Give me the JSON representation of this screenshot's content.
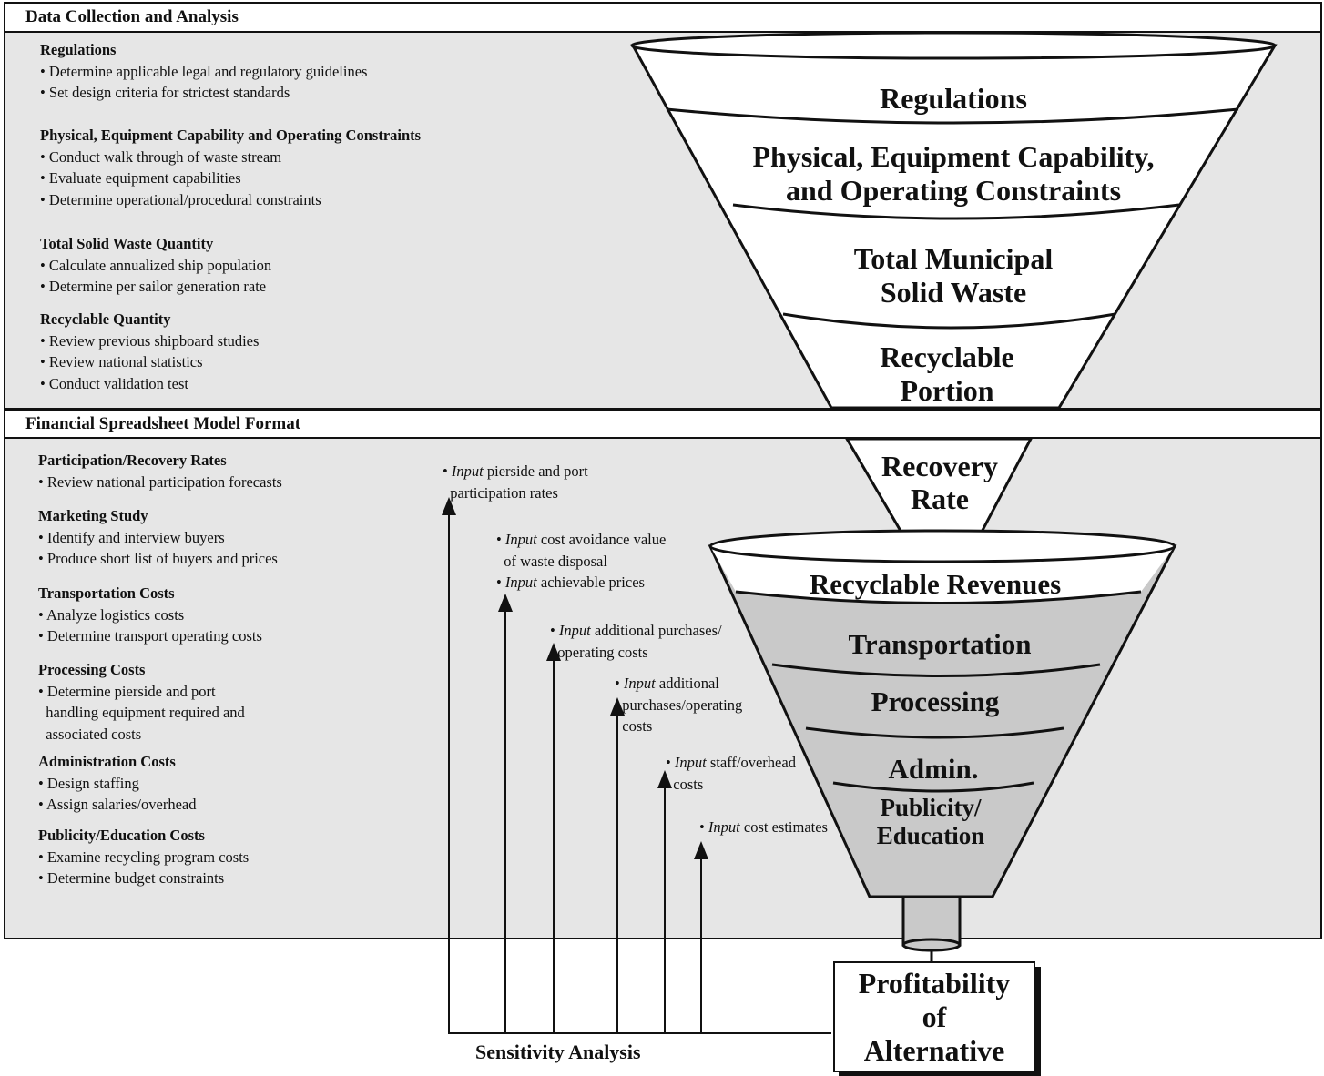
{
  "panel_top": {
    "title": "Data Collection and Analysis",
    "sections": [
      {
        "heading": "Regulations",
        "bullets": [
          "• Determine applicable legal and regulatory guidelines",
          "• Set design criteria for strictest standards"
        ]
      },
      {
        "heading": "Physical, Equipment Capability and Operating Constraints",
        "bullets": [
          "• Conduct walk through of waste stream",
          "• Evaluate equipment capabilities",
          "• Determine operational/procedural constraints"
        ]
      },
      {
        "heading": "Total Solid Waste Quantity",
        "bullets": [
          "• Calculate annualized ship population",
          "• Determine per sailor generation rate"
        ]
      },
      {
        "heading": "Recyclable Quantity",
        "bullets": [
          "• Review previous shipboard studies",
          "• Review national statistics",
          "• Conduct validation test"
        ]
      }
    ]
  },
  "panel_bottom": {
    "title": "Financial Spreadsheet Model Format",
    "sections": [
      {
        "heading": "Participation/Recovery Rates",
        "bullets": [
          "• Review national participation forecasts"
        ]
      },
      {
        "heading": "Marketing Study",
        "bullets": [
          "• Identify and interview buyers",
          "• Produce short list of buyers and prices"
        ]
      },
      {
        "heading": "Transportation Costs",
        "bullets": [
          "• Analyze logistics costs",
          "• Determine transport operating costs"
        ]
      },
      {
        "heading": "Processing Costs",
        "bullets": [
          "• Determine pierside and port",
          "  handling equipment required and",
          "  associated costs"
        ]
      },
      {
        "heading": "Administration Costs",
        "bullets": [
          "• Design staffing",
          "• Assign salaries/overhead"
        ]
      },
      {
        "heading": "Publicity/Education Costs",
        "bullets": [
          "• Examine recycling program costs",
          "• Determine budget constraints"
        ]
      }
    ]
  },
  "funnel_top": {
    "bands": [
      {
        "lines": [
          "Regulations"
        ]
      },
      {
        "lines": [
          "Physical, Equipment Capability,",
          "and Operating Constraints"
        ]
      },
      {
        "lines": [
          "Total Municipal",
          "Solid Waste"
        ]
      },
      {
        "lines": [
          "Recyclable",
          "Portion"
        ]
      }
    ],
    "neck": [
      "Recovery",
      "Rate"
    ]
  },
  "funnel_bottom": {
    "bands": [
      {
        "lines": [
          "Recyclable Revenues"
        ]
      },
      {
        "lines": [
          "Transportation"
        ]
      },
      {
        "lines": [
          "Processing"
        ]
      },
      {
        "lines": [
          "Admin."
        ]
      },
      {
        "lines": [
          "Publicity/",
          "Education"
        ]
      }
    ]
  },
  "inputs": [
    {
      "keyword": "Input",
      "text": " pierside and port\n  participation rates"
    },
    {
      "keyword": "Input",
      "text": " cost avoidance value\n  of waste disposal"
    },
    {
      "keyword": "Input",
      "text": " achievable prices"
    },
    {
      "keyword": "Input",
      "text": " additional purchases/\n  operating costs"
    },
    {
      "keyword": "Input",
      "text": " additional\n  purchases/operating\n  costs"
    },
    {
      "keyword": "Input",
      "text": " staff/overhead\n  costs"
    },
    {
      "keyword": "Input",
      "text": " cost estimates"
    }
  ],
  "outcome": [
    "Profitability",
    "of",
    "Alternative"
  ],
  "sensitivity_label": "Sensitivity Analysis"
}
